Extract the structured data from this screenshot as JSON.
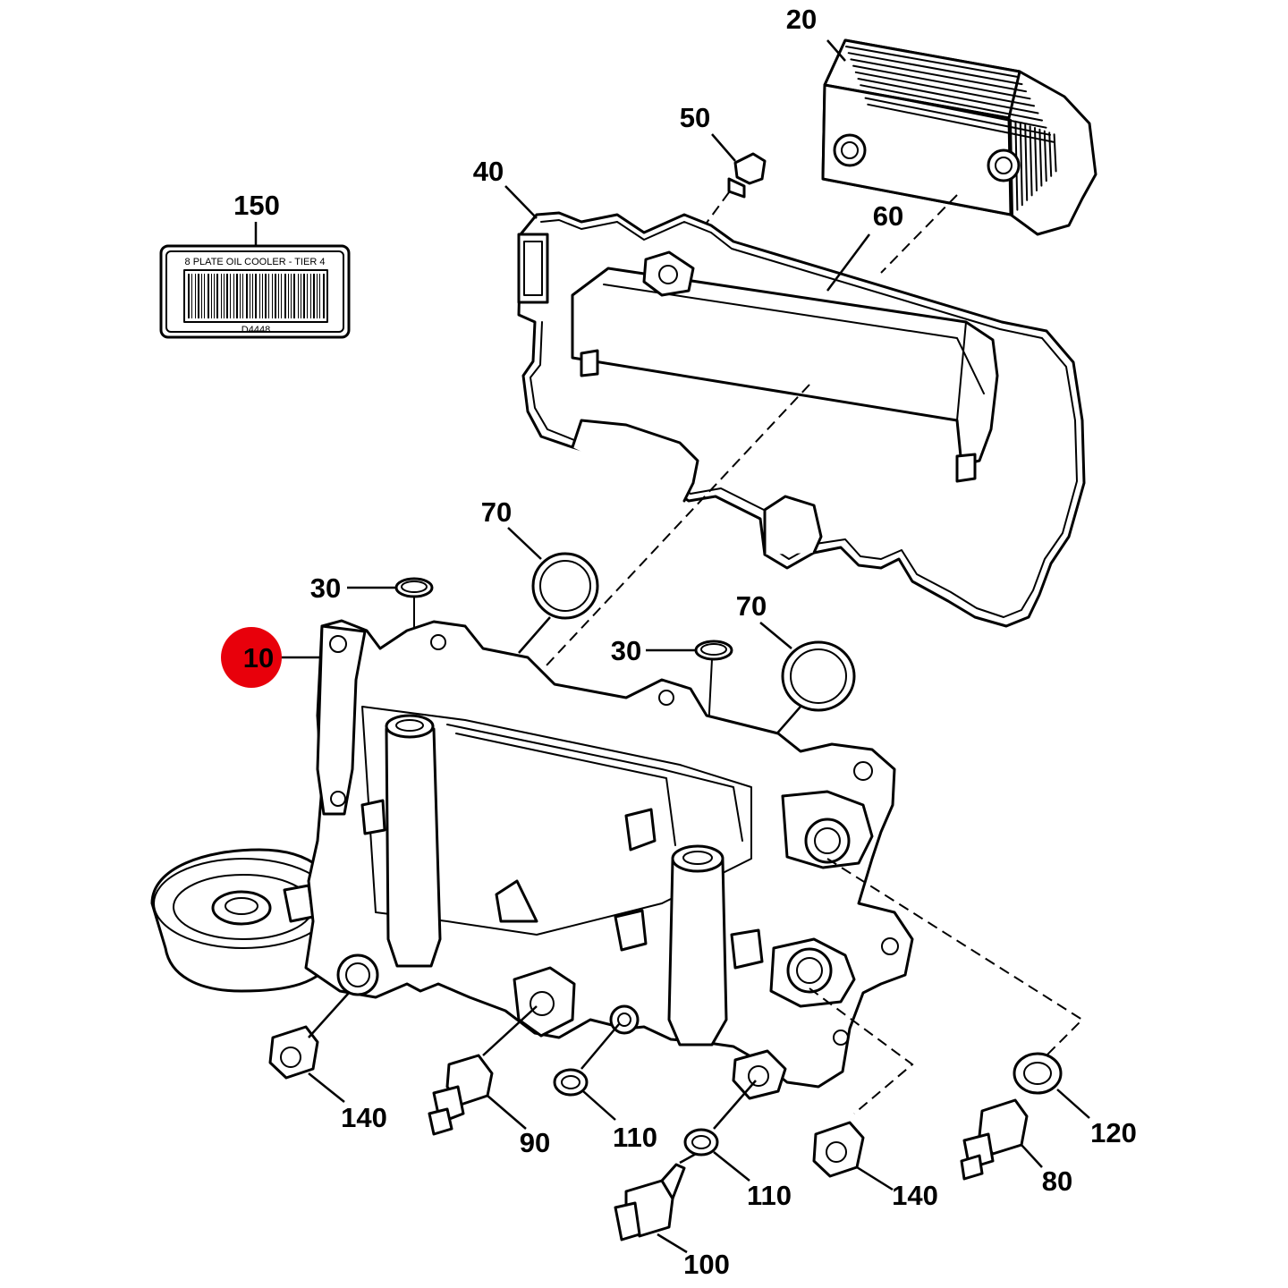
{
  "callouts": {
    "c10": "10",
    "c20": "20",
    "c30a": "30",
    "c30b": "30",
    "c40": "40",
    "c50": "50",
    "c60": "60",
    "c70a": "70",
    "c70b": "70",
    "c80": "80",
    "c90": "90",
    "c100": "100",
    "c110a": "110",
    "c110b": "110",
    "c120": "120",
    "c140a": "140",
    "c140b": "140",
    "c150": "150"
  },
  "label_tag": {
    "title": "8 PLATE OIL COOLER - TIER 4",
    "code": "D4448"
  },
  "colors": {
    "highlight": "#e8000b",
    "line": "#000000",
    "background": "#ffffff"
  }
}
